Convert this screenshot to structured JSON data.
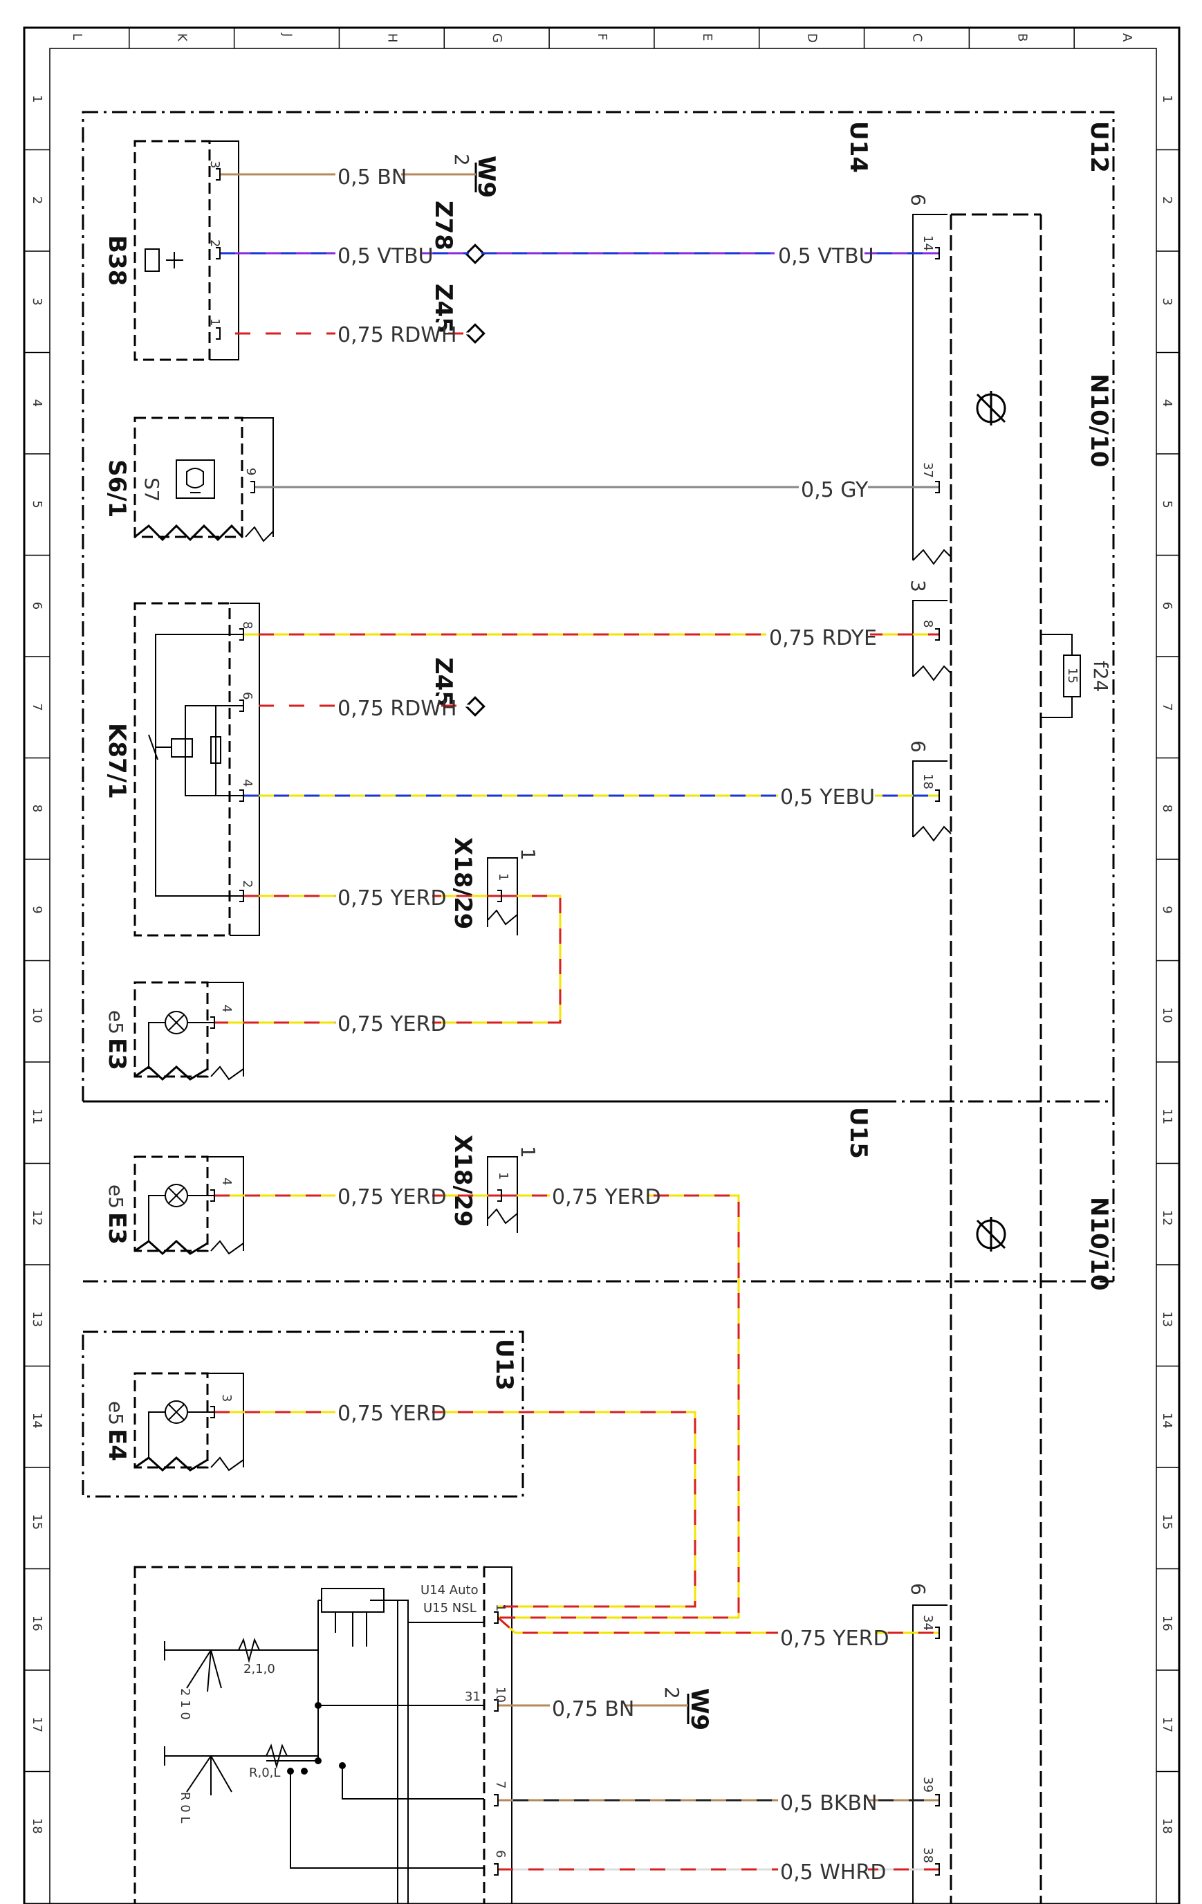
{
  "colors": {
    "BN": "#b58a5a",
    "VT": "#8a2be2",
    "BU": "#1a33d6",
    "RD": "#d81e1e",
    "WH": "#ffffff",
    "YE": "#f2e600",
    "GY": "#888888",
    "BK": "#222222"
  },
  "frame": {
    "columns": [
      "L",
      "K",
      "J",
      "H",
      "G",
      "F",
      "E",
      "D",
      "C",
      "B",
      "A"
    ],
    "rows": [
      "1",
      "2",
      "3",
      "4",
      "5",
      "6",
      "7",
      "8",
      "9",
      "10",
      "11",
      "12",
      "13",
      "14",
      "15",
      "16",
      "17",
      "18"
    ]
  },
  "components": {
    "U14": "U14",
    "U12": "U12",
    "U15": "U15",
    "U13": "U13",
    "B38": "B38",
    "S6_1": "S6/1",
    "S6_1_sub": "S7",
    "K87_1": "K87/1",
    "E3_a": "E3",
    "E3_a_sub": "e5",
    "E3_b": "E3",
    "E3_b_sub": "e5",
    "E4": "E4",
    "E4_sub": "e5",
    "N10_10_a": "N10/10",
    "N10_10_b": "N10/10",
    "f24": "f24",
    "f24_val": "15",
    "W9_a": "W9",
    "W9_b": "W9",
    "Z78": "Z78",
    "Z45_a": "Z45",
    "Z45_b": "Z45",
    "X18_29_a": "X18/29",
    "X18_29_b": "X18/29",
    "switch_u14": "U14 Auto",
    "switch_u15": "U15 NSL",
    "switch_scale1": "2,1,0",
    "switch_scale2": "R,0,L",
    "switch_pos1": "2 1 0",
    "switch_pos2": "R 0 L"
  },
  "wires": {
    "w_b38_3": "0,5 BN",
    "w_b38_2": "0,5 VTBU",
    "w_n10_14": "0,5 VTBU",
    "w_b38_1": "0,75 RDWH",
    "w_s61": "0,5 GY",
    "w_k87_8": "0,75 RDYE",
    "w_k87_6": "0,75 RDWH",
    "w_k87_4": "0,5 YEBU",
    "w_k87_2": "0,75 YERD",
    "w_e3a": "0,75 YERD",
    "w_e3b": "0,75 YERD",
    "w_x18b": "0,75 YERD",
    "w_e4": "0,75 YERD",
    "w_sw1": "0,75 YERD",
    "w_sw10": "0,75 BN",
    "w_sw7": "0,5 BKBN",
    "w_sw6": "0,5 WHRD"
  },
  "pins": {
    "b38_3": "3",
    "b38_2": "2",
    "b38_1": "1",
    "w9_a": "2",
    "w9_b": "2",
    "n10_14": "14",
    "n10_37": "37",
    "n10_8": "8",
    "n10_18": "18",
    "n10_34": "34",
    "n10_39": "39",
    "n10_38": "38",
    "conn_6a": "6",
    "conn_3": "3",
    "conn_6b": "6",
    "conn_6c": "6",
    "s61_9": "9",
    "k87_8": "8",
    "k87_6": "6",
    "k87_4": "4",
    "k87_2": "2",
    "x18a_1": "1",
    "x18a_top": "1",
    "x18b_1": "1",
    "x18b_top": "1",
    "e3a_4": "4",
    "e3b_4": "4",
    "e4_3": "3",
    "sw_1": "1",
    "sw_10": "10",
    "sw_31": "31",
    "sw_7": "7",
    "sw_6": "6"
  }
}
